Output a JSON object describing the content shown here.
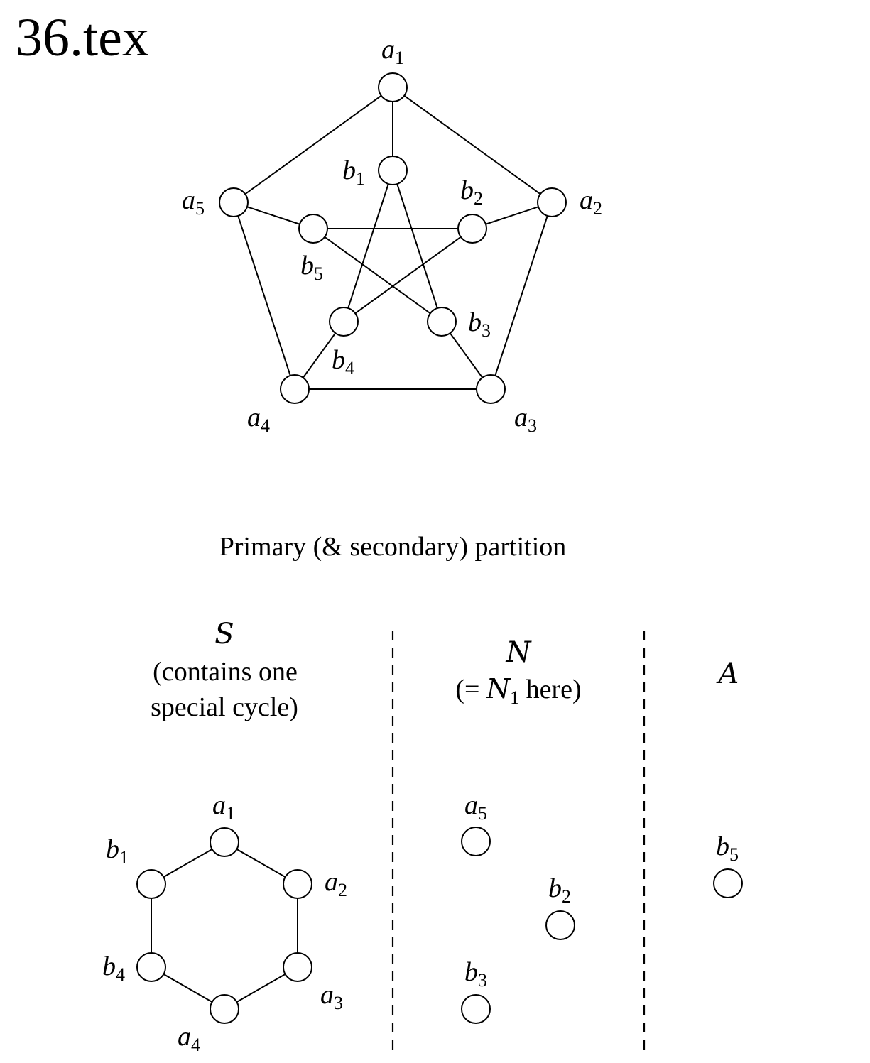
{
  "file_title": "36.tex",
  "caption": "Primary (& secondary) partition",
  "colors": {
    "stroke": "#000000",
    "node_fill": "#ffffff",
    "background": "#ffffff"
  },
  "petersen": {
    "nodes": [
      {
        "id": "a1",
        "base": "a",
        "sub": "1"
      },
      {
        "id": "a2",
        "base": "a",
        "sub": "2"
      },
      {
        "id": "a3",
        "base": "a",
        "sub": "3"
      },
      {
        "id": "a4",
        "base": "a",
        "sub": "4"
      },
      {
        "id": "a5",
        "base": "a",
        "sub": "5"
      },
      {
        "id": "b1",
        "base": "b",
        "sub": "1"
      },
      {
        "id": "b2",
        "base": "b",
        "sub": "2"
      },
      {
        "id": "b3",
        "base": "b",
        "sub": "3"
      },
      {
        "id": "b4",
        "base": "b",
        "sub": "4"
      },
      {
        "id": "b5",
        "base": "b",
        "sub": "5"
      }
    ],
    "edges": [
      [
        "a1",
        "a2"
      ],
      [
        "a2",
        "a3"
      ],
      [
        "a3",
        "a4"
      ],
      [
        "a4",
        "a5"
      ],
      [
        "a5",
        "a1"
      ],
      [
        "a1",
        "b1"
      ],
      [
        "a2",
        "b2"
      ],
      [
        "a3",
        "b3"
      ],
      [
        "a4",
        "b4"
      ],
      [
        "a5",
        "b5"
      ],
      [
        "b1",
        "b3"
      ],
      [
        "b3",
        "b5"
      ],
      [
        "b5",
        "b2"
      ],
      [
        "b2",
        "b4"
      ],
      [
        "b4",
        "b1"
      ]
    ]
  },
  "partition": {
    "S": {
      "symbol": "S",
      "note_line1": "(contains one",
      "note_line2": "special cycle)",
      "nodes": [
        {
          "id": "a1",
          "base": "a",
          "sub": "1"
        },
        {
          "id": "a2",
          "base": "a",
          "sub": "2"
        },
        {
          "id": "a3",
          "base": "a",
          "sub": "3"
        },
        {
          "id": "a4",
          "base": "a",
          "sub": "4"
        },
        {
          "id": "b4",
          "base": "b",
          "sub": "4"
        },
        {
          "id": "b1",
          "base": "b",
          "sub": "1"
        }
      ],
      "edges": [
        [
          "a1",
          "a2"
        ],
        [
          "a2",
          "a3"
        ],
        [
          "a3",
          "a4"
        ],
        [
          "a4",
          "b4"
        ],
        [
          "b4",
          "b1"
        ],
        [
          "b1",
          "a1"
        ]
      ]
    },
    "N": {
      "symbol": "N",
      "note_open": "(= ",
      "note_sym": "N",
      "note_sub": "1",
      "note_close": " here)",
      "nodes": [
        {
          "id": "a5",
          "base": "a",
          "sub": "5"
        },
        {
          "id": "b2",
          "base": "b",
          "sub": "2"
        },
        {
          "id": "b3",
          "base": "b",
          "sub": "3"
        }
      ]
    },
    "A": {
      "symbol": "A",
      "nodes": [
        {
          "id": "b5",
          "base": "b",
          "sub": "5"
        }
      ]
    }
  }
}
